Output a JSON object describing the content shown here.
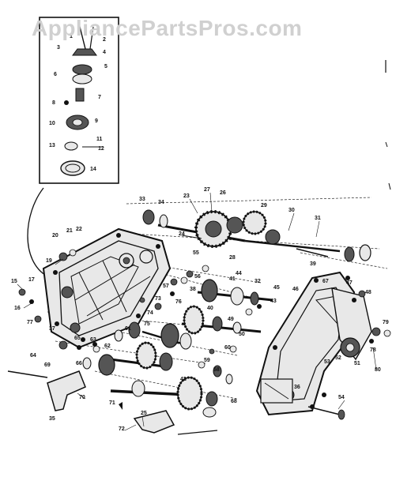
{
  "watermark": "AppliancePartsPros.com",
  "callouts": {
    "inset": [
      "1",
      "2",
      "3",
      "4",
      "5",
      "6",
      "7",
      "8",
      "9",
      "10",
      "11",
      "12",
      "13",
      "14"
    ],
    "main": [
      "15",
      "16",
      "17",
      "19",
      "20",
      "21",
      "22",
      "23",
      "24",
      "25",
      "26",
      "27",
      "28",
      "29",
      "30",
      "31",
      "32",
      "33",
      "34",
      "35",
      "36",
      "37",
      "38",
      "39",
      "40",
      "41",
      "42",
      "43",
      "44",
      "45",
      "46",
      "47",
      "48",
      "49",
      "50",
      "51",
      "52",
      "53",
      "54",
      "55",
      "56",
      "57",
      "58",
      "59",
      "60",
      "61",
      "62",
      "63",
      "64",
      "65",
      "66",
      "67",
      "68",
      "69",
      "70",
      "71",
      "72",
      "73",
      "74",
      "75",
      "76",
      "77",
      "78",
      "79",
      "80"
    ]
  }
}
